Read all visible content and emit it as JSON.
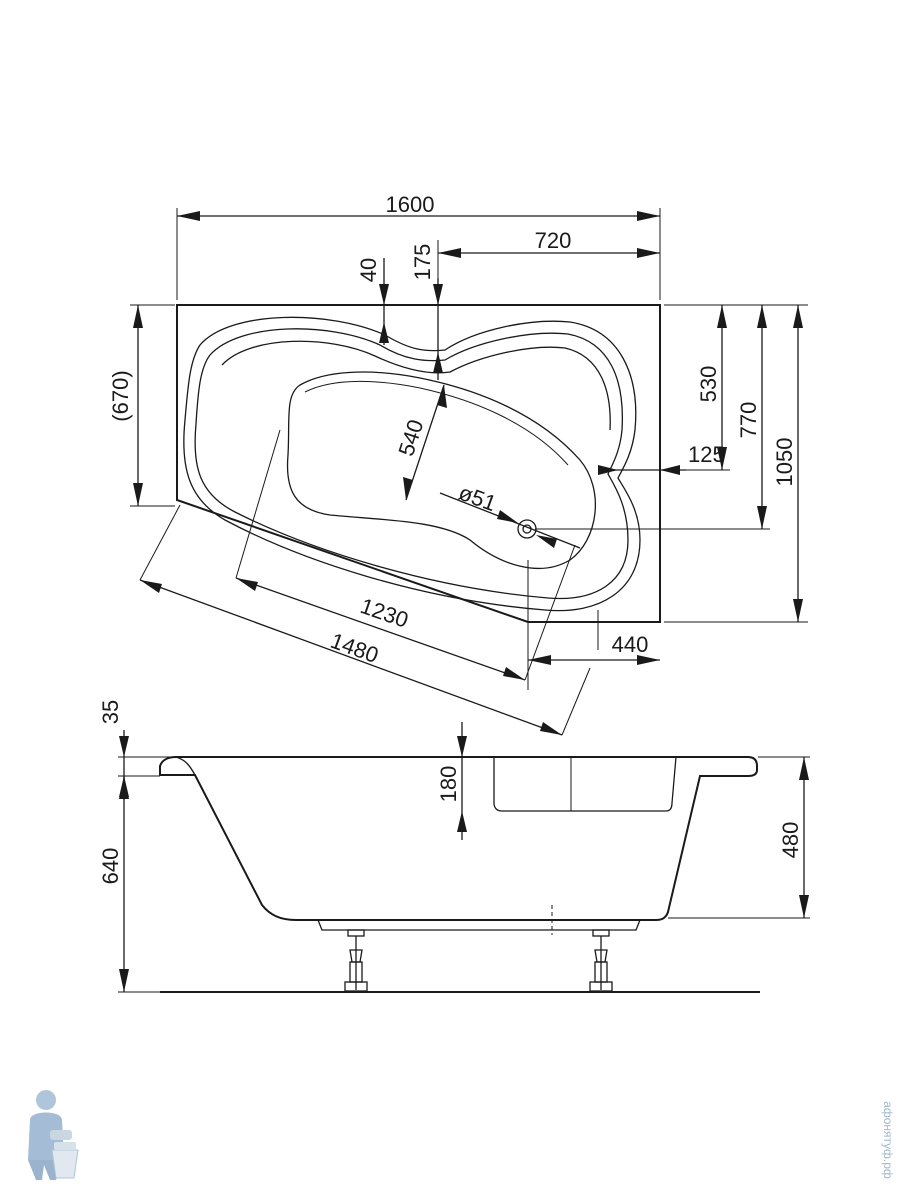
{
  "top_view": {
    "dim_width": "1600",
    "dim_right_offset": "720",
    "dim_rim_40": "40",
    "dim_rim_175": "175",
    "dim_left_height": "(670)",
    "dim_530": "530",
    "dim_770": "770",
    "dim_1050": "1050",
    "dim_125": "125",
    "dim_540": "540",
    "dim_drain": "ø51",
    "dim_1230": "1230",
    "dim_1480": "1480",
    "dim_440": "440"
  },
  "side_view": {
    "dim_35": "35",
    "dim_640": "640",
    "dim_180": "180",
    "dim_480": "480"
  },
  "watermark": {
    "text": "афонятуф.рф",
    "logo_icon": "plumber-mascot-icon"
  },
  "colors": {
    "line": "#1a1a1a",
    "watermark": "#9fb7cc"
  }
}
